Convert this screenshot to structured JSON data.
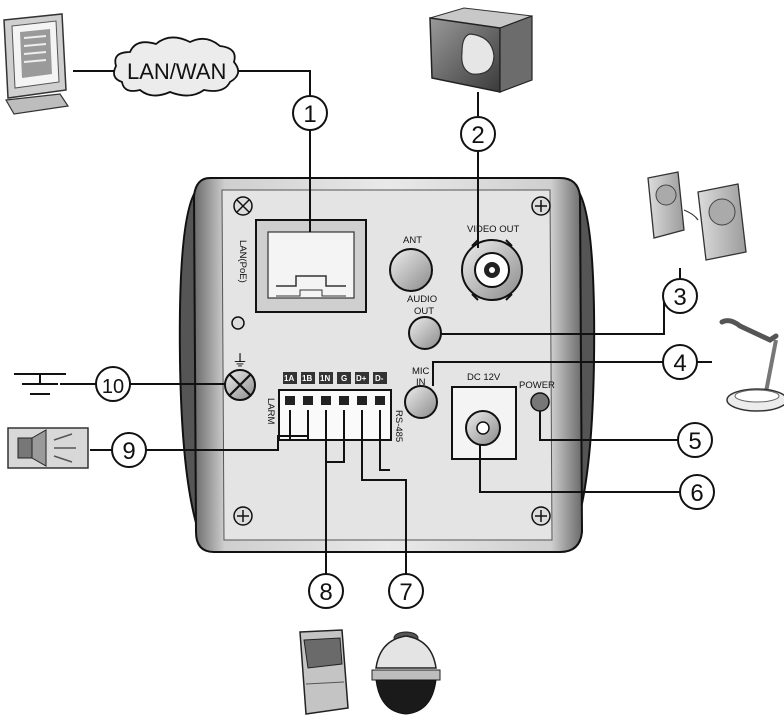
{
  "network": {
    "cloud_label": "LAN/WAN"
  },
  "panel": {
    "lan_poe": "LAN(PoE)",
    "ant": "ANT",
    "video_out": "VIDEO OUT",
    "audio_out_line1": "AUDIO",
    "audio_out_line2": "OUT",
    "mic_in_line1": "MIC",
    "mic_in_line2": "IN",
    "dc_12v": "DC 12V",
    "power": "POWER",
    "alarm": "LARM",
    "rs485": "RS-485",
    "ground_symbol": "⏚",
    "terminals": [
      "1A",
      "1B",
      "1N",
      "G",
      "D+",
      "D-"
    ]
  },
  "callouts": [
    {
      "num": "1"
    },
    {
      "num": "2"
    },
    {
      "num": "3"
    },
    {
      "num": "4"
    },
    {
      "num": "5"
    },
    {
      "num": "6"
    },
    {
      "num": "7"
    },
    {
      "num": "8"
    },
    {
      "num": "9"
    },
    {
      "num": "10"
    }
  ],
  "icons": [
    "computer-monitor-icon",
    "network-cloud-icon",
    "video-monitor-icon",
    "speakers-icon",
    "microphone-icon",
    "ground-symbol-icon",
    "alarm-siren-icon",
    "motion-sensor-icon",
    "speed-dome-camera-icon"
  ]
}
